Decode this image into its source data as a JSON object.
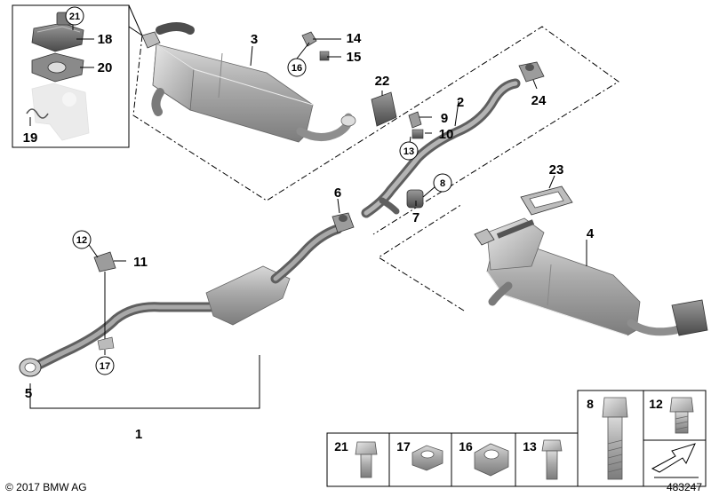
{
  "labels": {
    "l1": "1",
    "l2": "2",
    "l3": "3",
    "l4": "4",
    "l5": "5",
    "l6": "6",
    "l7": "7",
    "l9": "9",
    "l10": "10",
    "l11": "11",
    "l14": "14",
    "l15": "15",
    "l18": "18",
    "l19": "19",
    "l20": "20",
    "l22": "22",
    "l23": "23",
    "l24": "24"
  },
  "circled": {
    "c8": "8",
    "c12": "12",
    "c13": "13",
    "c16": "16",
    "c17": "17",
    "c21": "21"
  },
  "table": {
    "row1": [
      {
        "num": "8"
      },
      {
        "num": "12"
      }
    ],
    "row2": [
      {
        "num": "21"
      },
      {
        "num": "17"
      },
      {
        "num": "16"
      },
      {
        "num": "13"
      }
    ]
  },
  "footer": {
    "copyright": "© 2017 BMW AG",
    "id": "483247"
  }
}
